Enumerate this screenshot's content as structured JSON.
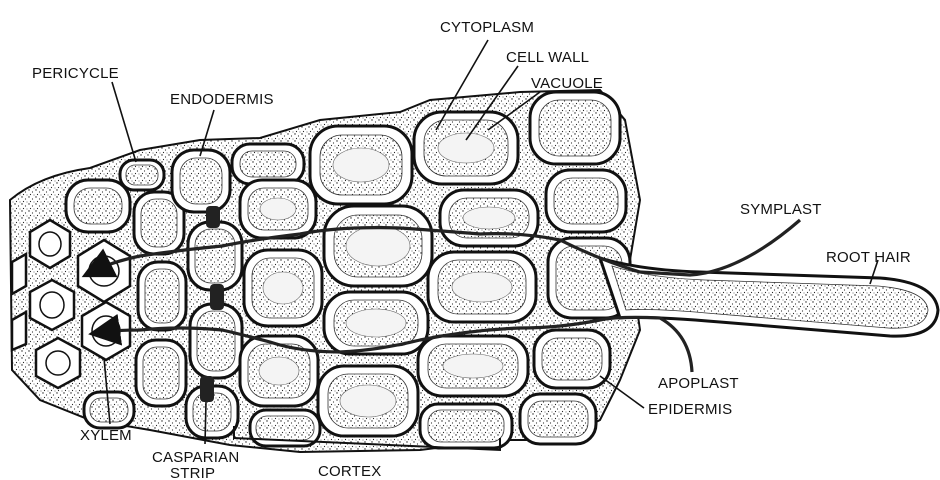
{
  "diagram": {
    "labels": {
      "cytoplasm": "CYTOPLASM",
      "cell_wall": "CELL WALL",
      "vacuole": "VACUOLE",
      "pericycle": "PERICYCLE",
      "endodermis": "ENDODERMIS",
      "symplast": "SYMPLAST",
      "root_hair": "ROOT HAIR",
      "apoplast": "APOPLAST",
      "epidermis": "EPIDERMIS",
      "xylem": "XYLEM",
      "casparian_strip_line1": "CASPARIAN",
      "casparian_strip_line2": "STRIP",
      "cortex": "CORTEX"
    }
  }
}
